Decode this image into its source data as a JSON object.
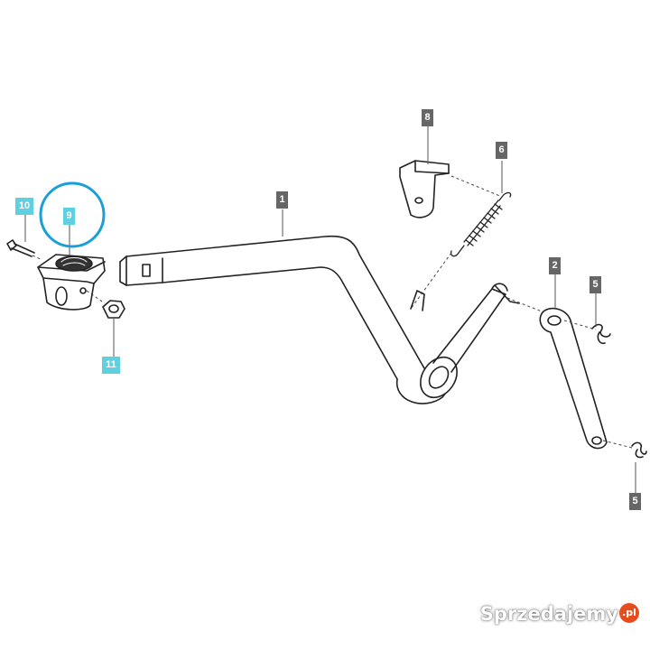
{
  "callouts": {
    "c1": "1",
    "c2": "2",
    "c5a": "5",
    "c5b": "5",
    "c6": "6",
    "c8": "8",
    "c9": "9",
    "c10": "10",
    "c11": "11"
  },
  "watermark": {
    "text": "Sprzedajemy",
    "suffix": ".pl"
  },
  "colors": {
    "callout_dark": "#666666",
    "callout_highlight": "#5fd0e0",
    "circle": "#1a9fd9"
  }
}
